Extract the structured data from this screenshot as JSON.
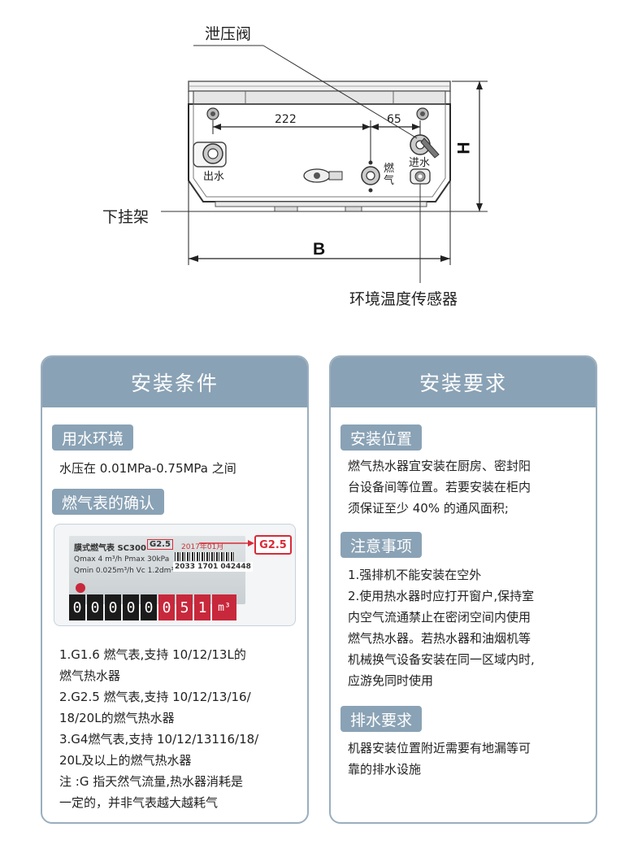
{
  "diagram": {
    "labels": {
      "relief_valve": "泄压阀",
      "lower_bracket": "下挂架",
      "ambient_sensor": "环境温度传感器",
      "water_out": "出水",
      "gas": "燃气",
      "water_in": "进水"
    },
    "dimensions": {
      "d222": "222",
      "d65": "65",
      "height": "H",
      "width": "B"
    }
  },
  "left_card": {
    "title": "安装条件",
    "water_env": {
      "heading": "用水环境",
      "text": "水压在 0.01MPa-0.75MPa 之间"
    },
    "gas_meter": {
      "heading": "燃气表的确认",
      "meter_image": {
        "title": "膜式燃气表 SC300",
        "g_tag": "G2.5",
        "date": "2017年01月",
        "serial": "2033 1701 042448",
        "spec1": "Qmax 4  m³/h  Pmax 30kPa",
        "spec2": "Qmin 0.025m³/h  Vc  1.2dm³",
        "digits": [
          "0",
          "0",
          "0",
          "0",
          "0",
          "0",
          "5",
          "1"
        ],
        "unit": "m³",
        "callout": "G2.5"
      },
      "lines": [
        "1.G1.6 燃气表,支持 10/12/13L的",
        "燃气热水器",
        "2.G2.5 燃气表,支持 10/12/13/16/",
        "18/20L的燃气热水器",
        "3.G4燃气表,支持 10/12/13116/18/",
        "20L及以上的燃气热水器",
        "注 :G 指天然气流量,热水器消耗是",
        "一定的，并非气表越大越耗气"
      ]
    }
  },
  "right_card": {
    "title": "安装要求",
    "location": {
      "heading": "安装位置",
      "lines": [
        "燃气热水器宜安装在厨房、密封阳",
        "台设备间等位置。若要安装在柜内",
        "须保证至少 40% 的通风面积;"
      ]
    },
    "notes": {
      "heading": "注意事项",
      "lines": [
        "1.强排机不能安装在空外",
        "2.使用热水器时应打开窗户,保持室",
        "内空气流通禁止在密闭空间内使用",
        "燃气热水器。若热水器和油烟机等",
        "机械换气设备安装在同一区域内时,",
        "应游免同时使用"
      ]
    },
    "drainage": {
      "heading": "排水要求",
      "lines": [
        "机器安装位置附近需要有地漏等可",
        "靠的排水设施"
      ]
    }
  },
  "colors": {
    "header_bg": "#8aa2b5",
    "card_border": "#9aaebf",
    "accent_red": "#d92b36"
  }
}
